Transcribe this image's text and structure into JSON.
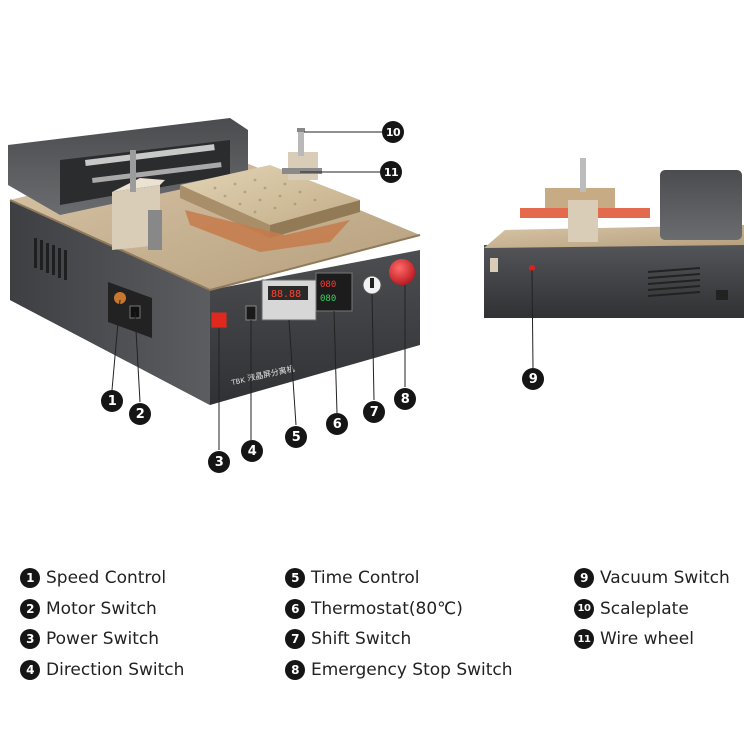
{
  "machine_front": {
    "brand": "TBK",
    "model_text": "液晶屏分离机"
  },
  "callouts": [
    "1",
    "2",
    "3",
    "4",
    "5",
    "6",
    "7",
    "8",
    "9",
    "10",
    "11"
  ],
  "legend": {
    "col1": [
      {
        "num": "1",
        "label": "Speed Control"
      },
      {
        "num": "2",
        "label": "Motor Switch"
      },
      {
        "num": "3",
        "label": "Power Switch"
      },
      {
        "num": "4",
        "label": "Direction Switch"
      }
    ],
    "col2": [
      {
        "num": "5",
        "label": "Time Control"
      },
      {
        "num": "6",
        "label": "Thermostat(80℃)"
      },
      {
        "num": "7",
        "label": "Shift Switch"
      },
      {
        "num": "8",
        "label": "Emergency Stop Switch"
      }
    ],
    "col3": [
      {
        "num": "9",
        "label": "Vacuum Switch"
      },
      {
        "num": "10",
        "label": "Scaleplate"
      },
      {
        "num": "11",
        "label": "Wire wheel"
      }
    ]
  }
}
